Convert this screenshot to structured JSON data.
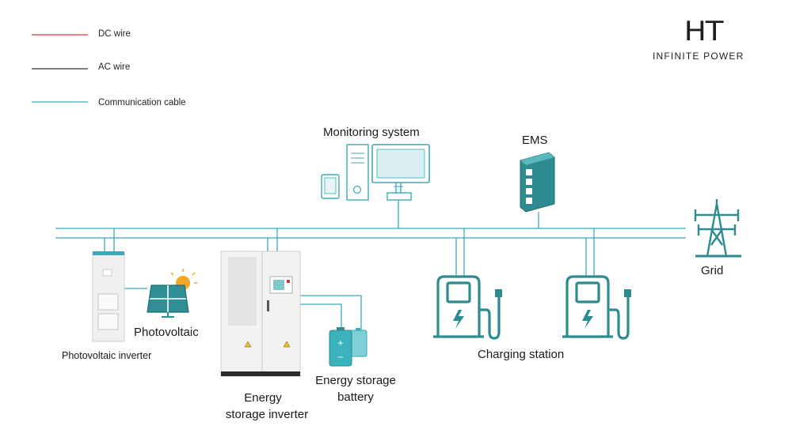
{
  "logo": {
    "mark": "HT",
    "tagline": "INFINITE POWER"
  },
  "legend": [
    {
      "label": "DC wire",
      "color": "#e53935"
    },
    {
      "label": "AC wire",
      "color": "#333333"
    },
    {
      "label": "Communication cable",
      "color": "#3ba9b9"
    }
  ],
  "nodes": {
    "monitoring": "Monitoring system",
    "ems": "EMS",
    "grid": "Grid",
    "photovoltaic": "Photovoltaic",
    "pv_inverter": "Photovoltaic inverter",
    "storage_inverter_l1": "Energy",
    "storage_inverter_l2": "storage inverter",
    "battery_l1": "Energy storage",
    "battery_l2": "battery",
    "charging": "Charging station"
  },
  "colors": {
    "teal": "#2e8b8f",
    "line": "#3ba9b9"
  }
}
